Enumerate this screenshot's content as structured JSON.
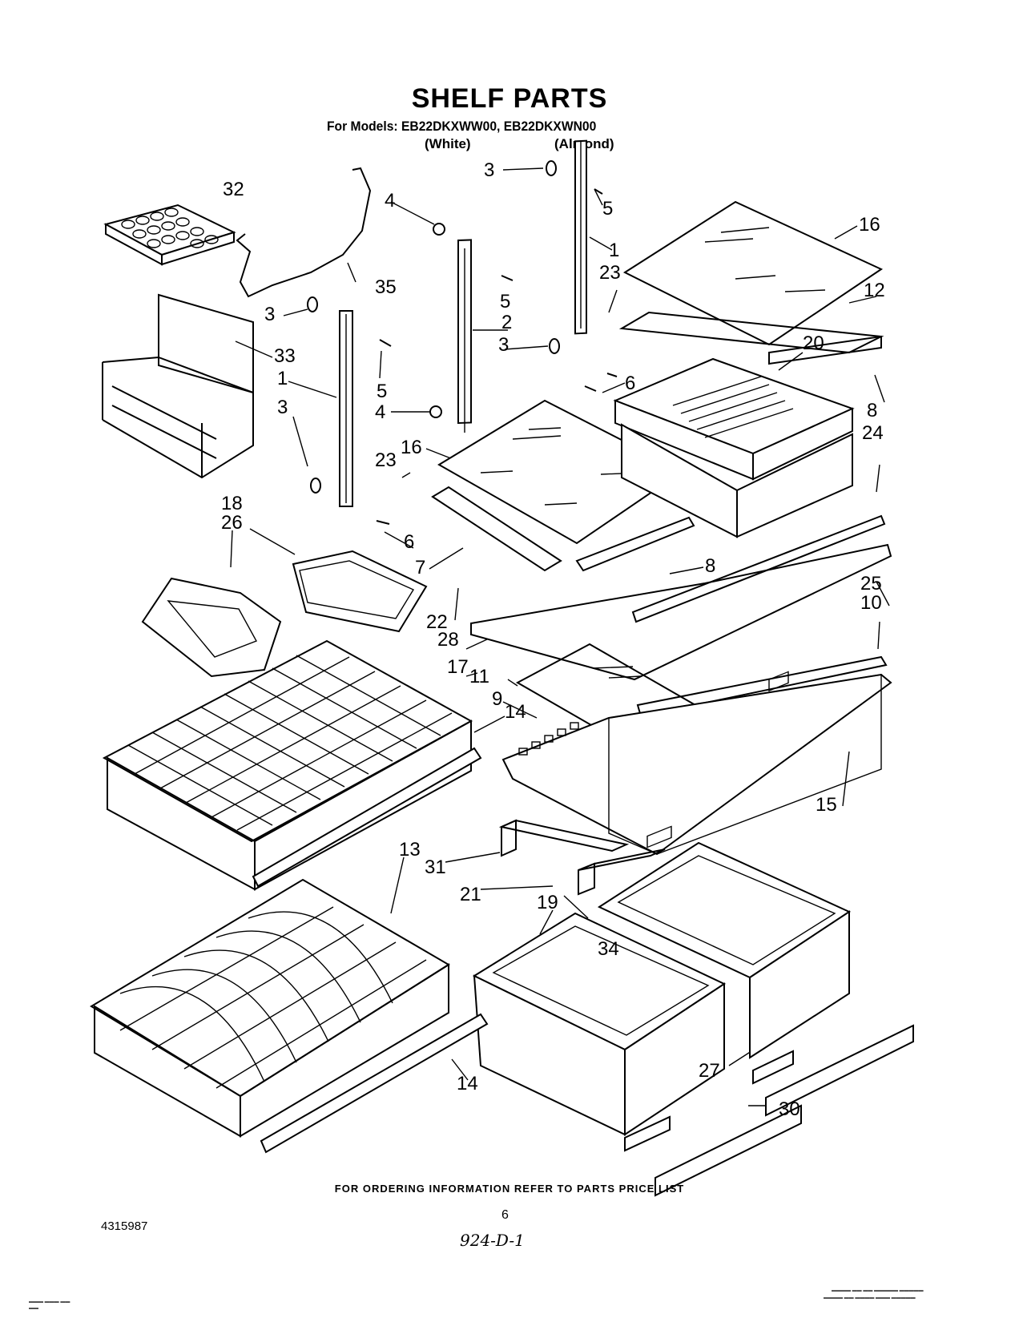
{
  "header": {
    "title": "SHELF PARTS",
    "models": "For Models: EB22DKXWW00, EB22DKXWN00",
    "white_label": "(White)",
    "almond_label": "(Almond)"
  },
  "footer": {
    "ordering_note": "FOR ORDERING INFORMATION REFER TO PARTS PRICE LIST",
    "doc_number": "4315987",
    "page_number": "6",
    "handwritten_code": "924-D-1"
  },
  "part_labels": [
    "3",
    "32",
    "4",
    "5",
    "1",
    "16",
    "23",
    "35",
    "12",
    "3",
    "5",
    "2",
    "3",
    "20",
    "33",
    "1",
    "5",
    "6",
    "8",
    "4",
    "3",
    "16",
    "24",
    "23",
    "18",
    "26",
    "6",
    "7",
    "8",
    "22",
    "25",
    "28",
    "10",
    "17",
    "11",
    "9",
    "14",
    "15",
    "13",
    "31",
    "21",
    "19",
    "34",
    "27",
    "30",
    "14"
  ]
}
